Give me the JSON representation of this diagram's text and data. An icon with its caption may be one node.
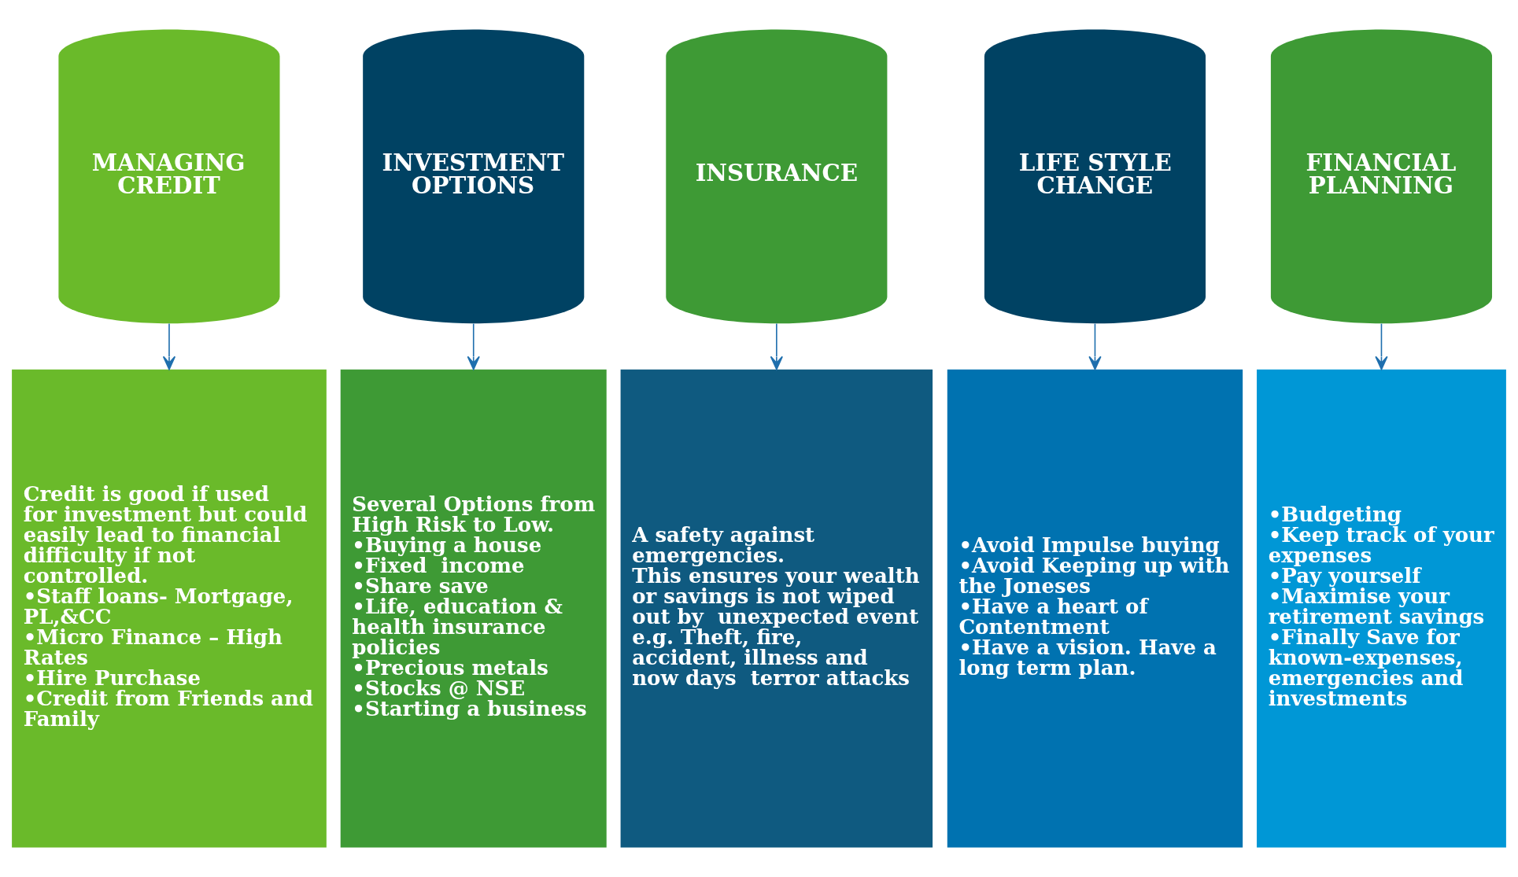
{
  "diagram": {
    "nodes": [
      {
        "text": [
          "MANAGING CREDIT"
        ]
      },
      {
        "text": [
          "INVESTMENT OPTIONS"
        ]
      },
      {
        "text": [
          "INSURANCE"
        ]
      },
      {
        "text": [
          "LIFE STYLE CHANGE"
        ]
      },
      {
        "text": [
          "FINANCIAL PLANNING"
        ]
      },
      {
        "text": [
          "Credit is good if used for investment but could easily lead to financial difficulty if not controlled.",
          "•Staff loans- Mortgage, PL,&CC",
          "•Micro Finance – High Rates",
          "•Hire Purchase",
          "•Credit from Friends and Family"
        ]
      },
      {
        "text": [
          "Several Options from High Risk to Low.",
          "•Buying a house",
          "•Fixed  income",
          "•Share save",
          "•Life, education & health insurance policies",
          "•Precious metals",
          "•Stocks @ NSE",
          "•Starting a business"
        ]
      },
      {
        "text": [
          "A safety against emergencies.",
          "This ensures your wealth or savings is not wiped out by  unexpected event e.g. Theft, fire, accident, illness and now days  terror attacks"
        ]
      },
      {
        "text": [
          "•Avoid Impulse buying",
          "•Avoid Keeping up with the Joneses",
          "•Have a heart of Contentment",
          "•Have a vision. Have a long term plan."
        ]
      },
      {
        "text": [
          "•Budgeting",
          "•Keep track of your expenses",
          "•Pay yourself",
          "•Maximise your retirement savings",
          "•Finally Save for known-expenses, emergencies and investments"
        ]
      }
    ],
    "edges": [
      {
        "from": 0,
        "to": 5,
        "arrow": "to"
      },
      {
        "from": 1,
        "to": 6,
        "arrow": "to"
      },
      {
        "from": 2,
        "to": 7,
        "arrow": "to"
      },
      {
        "from": 3,
        "to": 8,
        "arrow": "to"
      },
      {
        "from": 4,
        "to": 9,
        "arrow": "to"
      }
    ]
  }
}
